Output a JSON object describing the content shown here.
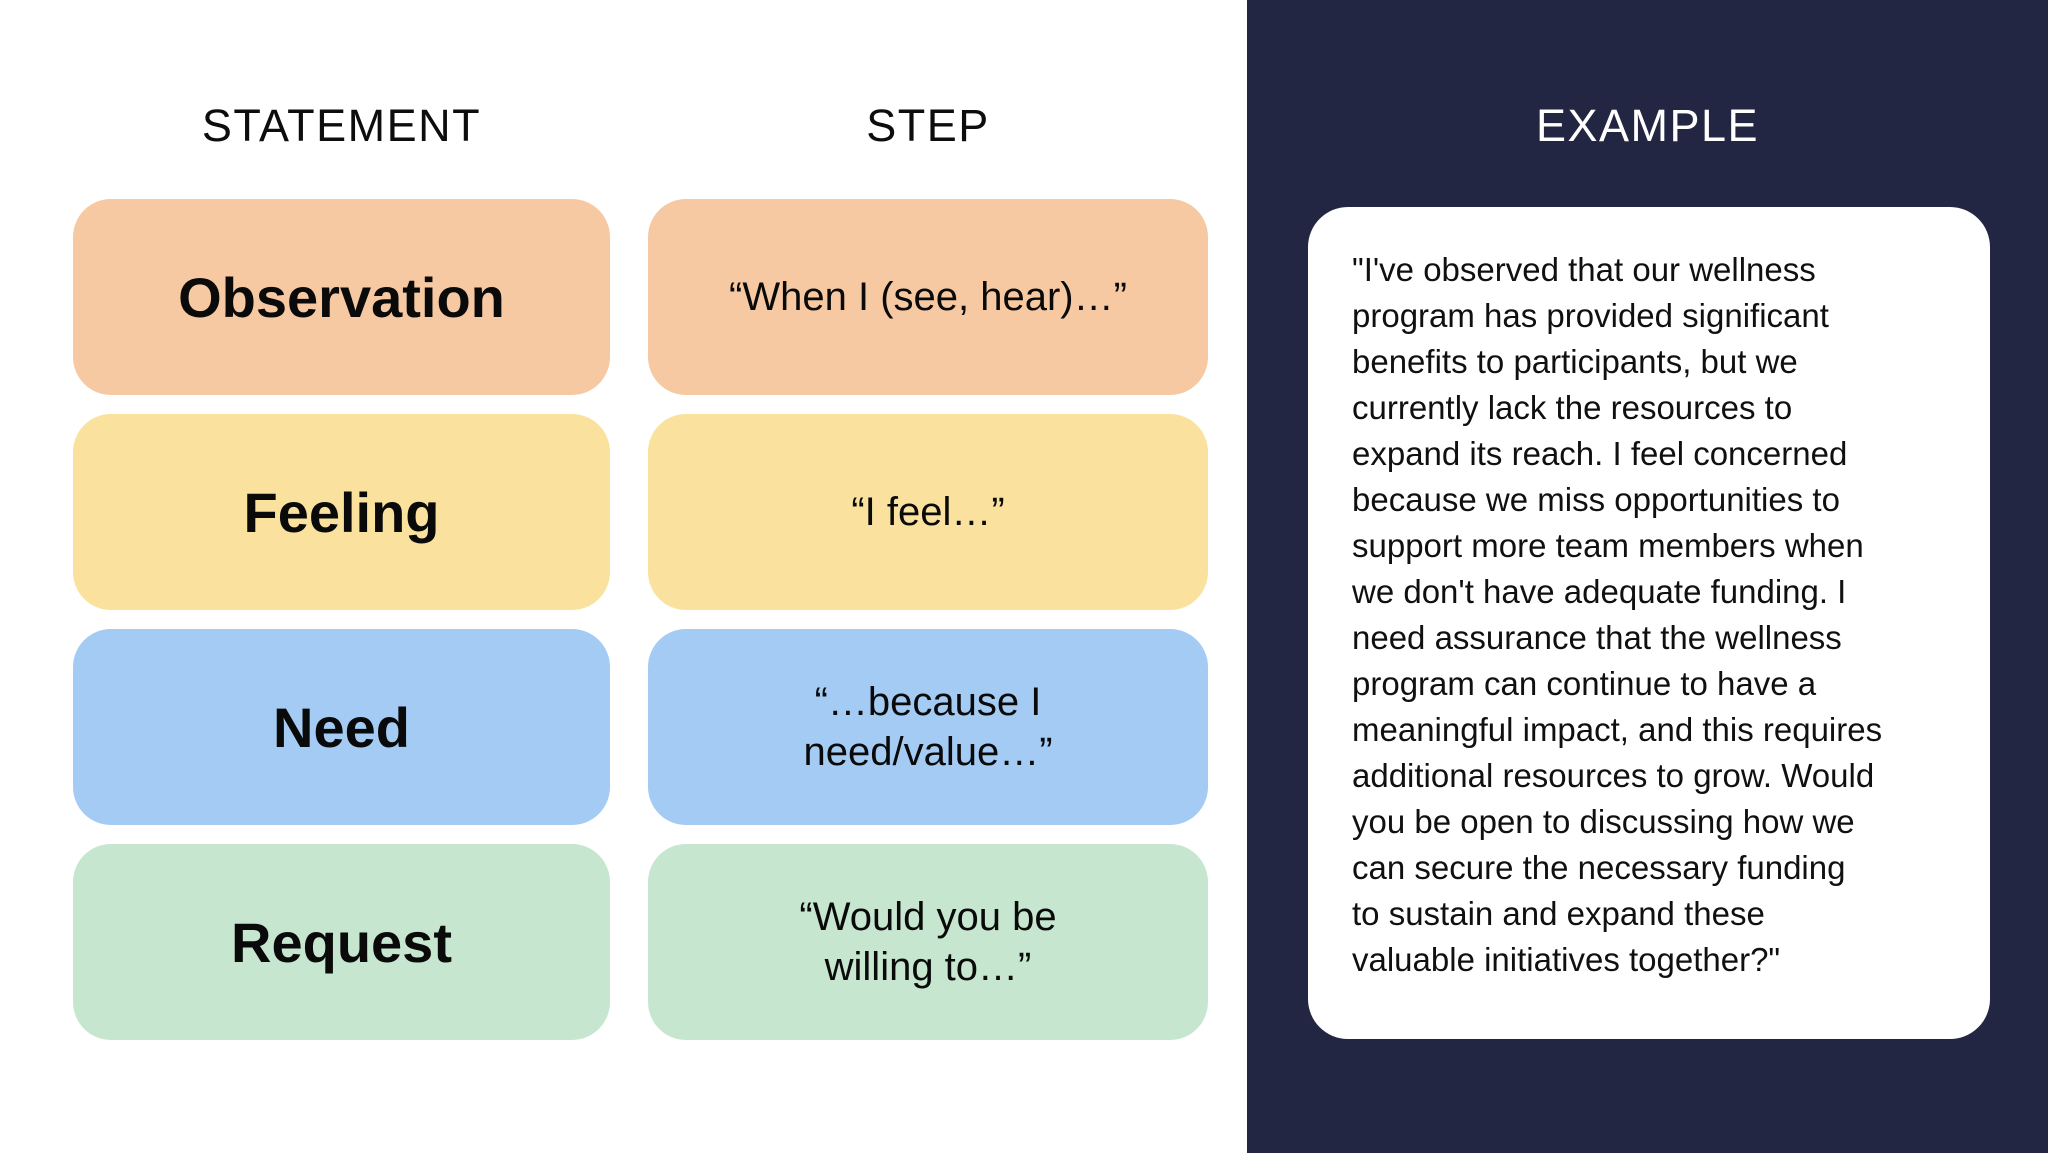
{
  "table": {
    "columns": [
      {
        "header": "STATEMENT"
      },
      {
        "header": "STEP"
      }
    ],
    "rows": [
      {
        "statement": "Observation",
        "step": "“When I (see, hear)…”",
        "color": "#F7C9A2"
      },
      {
        "statement": "Feeling",
        "step": "“I feel…”",
        "color": "#FAE29E"
      },
      {
        "statement": "Need",
        "step": "“…because I\nneed/value…”",
        "color": "#A4CBF4"
      },
      {
        "statement": "Request",
        "step": "“Would you be\nwilling to…”",
        "color": "#C7E6CF"
      }
    ]
  },
  "example_panel": {
    "header": "EXAMPLE",
    "background": "#222642",
    "card_background": "#FFFFFF",
    "text": "\"I've observed that our wellness\nprogram has provided significant\nbenefits to participants, but we\ncurrently lack the resources to\nexpand its reach. I feel concerned\nbecause we miss opportunities to\nsupport more team members when\nwe don't have adequate funding. I\nneed assurance that the wellness\nprogram can continue to have a\nmeaningful impact, and this requires\nadditional resources to grow. Would\nyou be open to discussing how we\ncan secure the necessary funding\nto sustain and expand these\nvaluable initiatives together?\""
  }
}
